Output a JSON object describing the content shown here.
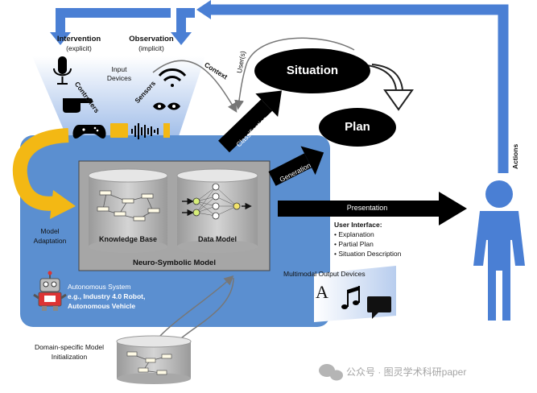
{
  "colors": {
    "accent_blue": "#4a7fd4",
    "panel_blue": "#5b8fd0",
    "funnel_blue": "#a9c4ea",
    "arrow_yellow": "#f3b814",
    "node_black": "#000000"
  },
  "top": {
    "intervention": "Intervention",
    "intervention_sub": "(explicit)",
    "observation": "Observation",
    "observation_sub": "(implicit)"
  },
  "funnel": {
    "input_devices_line1": "Input",
    "input_devices_line2": "Devices",
    "controllers": "Controllers",
    "sensors": "Sensors",
    "icons": [
      "microphone-icon",
      "pointing-hand-icon",
      "gamepad-icon",
      "sound-wave-icon",
      "wifi-icon",
      "eyes-icon"
    ]
  },
  "edges": {
    "context": "Context",
    "users": "User(s)",
    "classification": "Classification",
    "generation": "Generation",
    "presentation": "Presentation",
    "actions": "Actions"
  },
  "nodes": {
    "situation": "Situation",
    "plan": "Plan"
  },
  "model": {
    "knowledge_base": "Knowledge Base",
    "data_model": "Data Model",
    "neuro_symbolic": "Neuro-Symbolic Model",
    "adaptation_line1": "Model",
    "adaptation_line2": "Adaptation"
  },
  "ui": {
    "title": "User Interface:",
    "items": [
      "Explanation",
      "Partial Plan",
      "Situation Description"
    ]
  },
  "system": {
    "line1": "Autonomous System",
    "line2": "e.g., Industry 4.0 Robot,",
    "line3": "Autonomous Vehicle"
  },
  "output": {
    "label": "Multimodal Output Devices",
    "letter": "A",
    "icons": [
      "letter-icon",
      "music-note-icon",
      "speech-bubble-icon"
    ]
  },
  "init": {
    "line1": "Domain-specific Model",
    "line2": "Initialization"
  },
  "watermark": "公众号 · 图灵学术科研paper"
}
